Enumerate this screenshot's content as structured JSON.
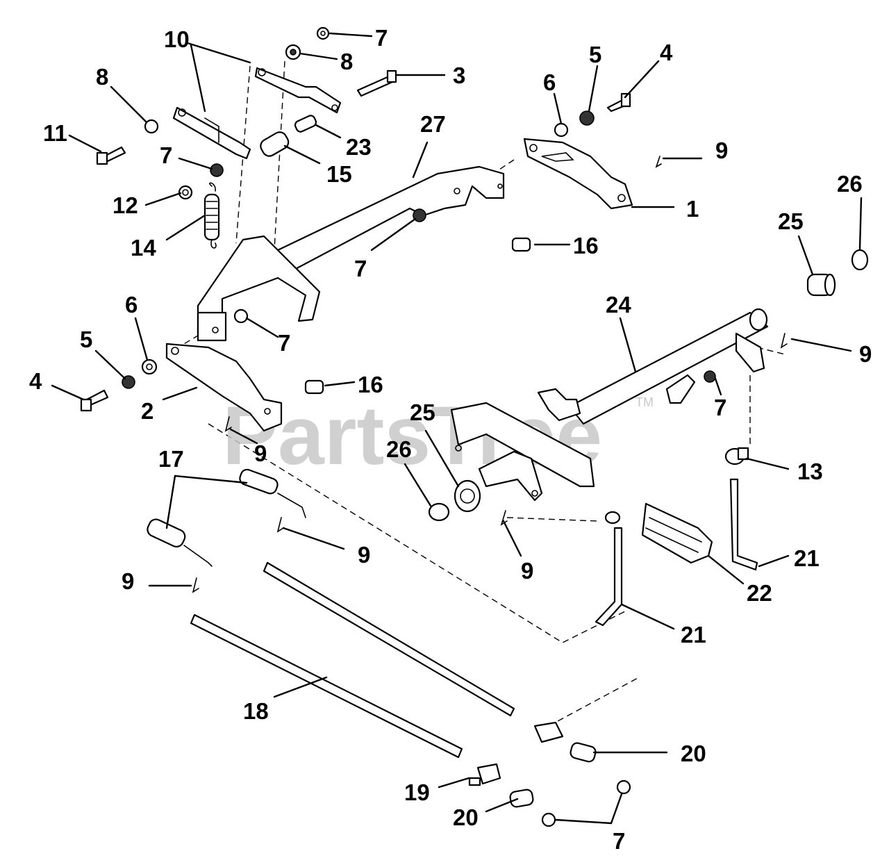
{
  "watermark": {
    "text": "PartsTree",
    "tm": "TM"
  },
  "callouts": [
    "7",
    "8",
    "10",
    "3",
    "8",
    "11",
    "7",
    "23",
    "15",
    "12",
    "14",
    "27",
    "6",
    "5",
    "4",
    "9",
    "1",
    "26",
    "25",
    "16",
    "7",
    "6",
    "5",
    "4",
    "7",
    "2",
    "16",
    "24",
    "9",
    "7",
    "9",
    "25",
    "26",
    "13",
    "17",
    "9",
    "9",
    "9",
    "21",
    "22",
    "21",
    "18",
    "20",
    "19",
    "20",
    "7"
  ]
}
